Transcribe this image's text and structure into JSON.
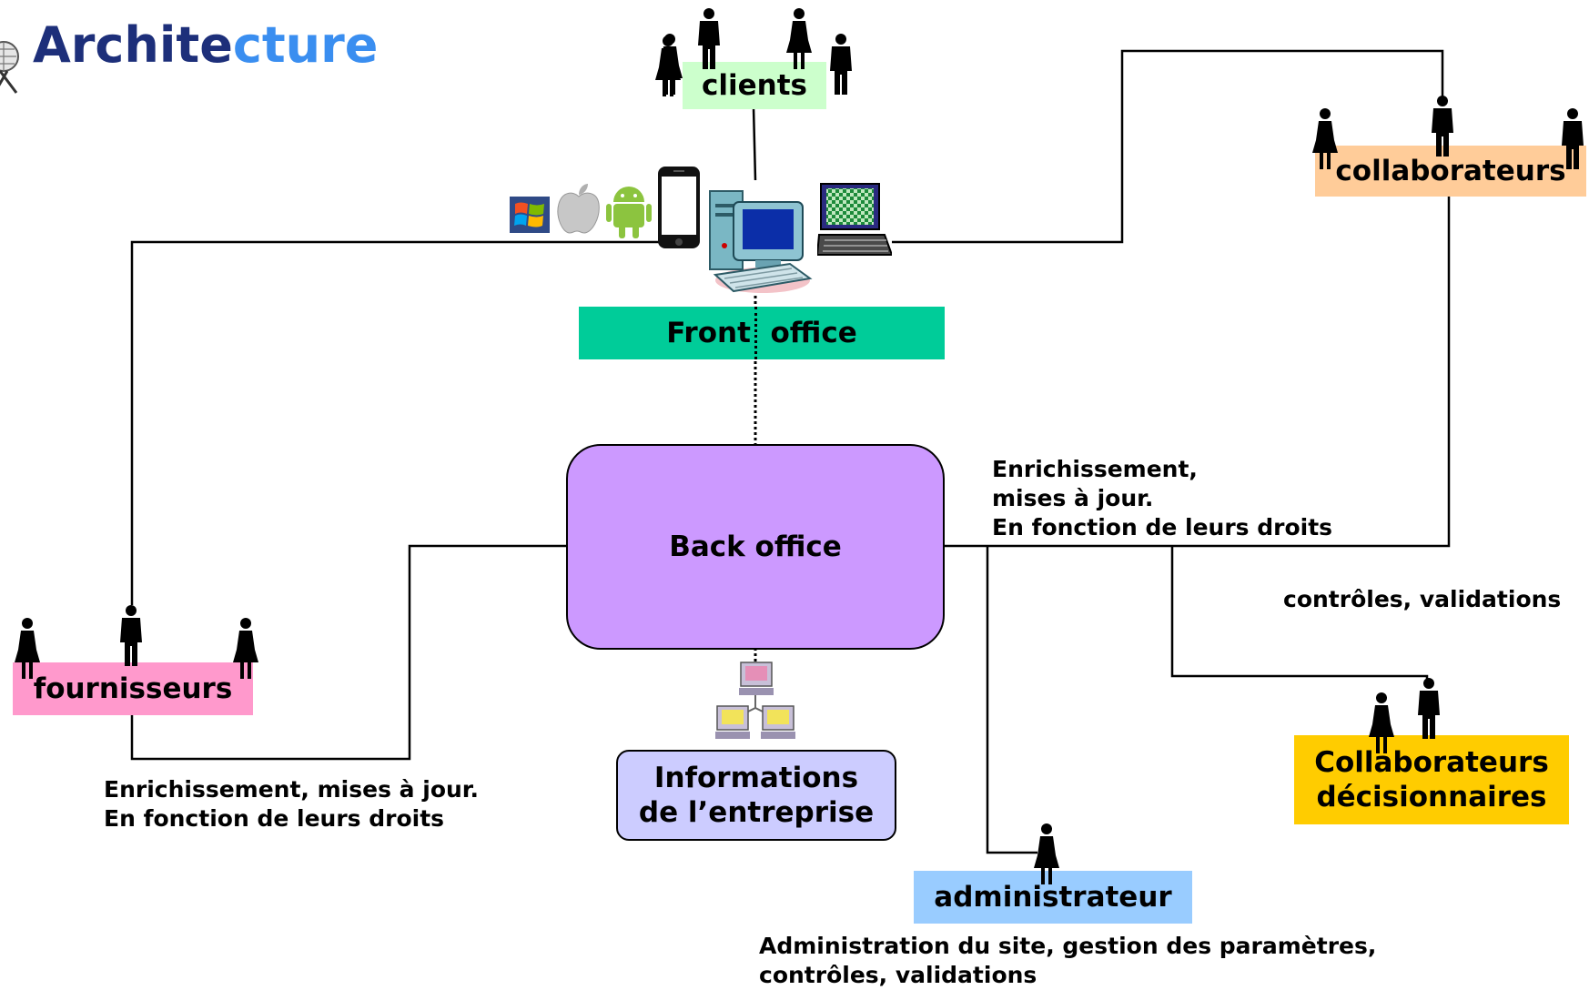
{
  "title": {
    "part1": "Archite",
    "part2": "cture"
  },
  "nodes": {
    "clients": "clients",
    "collaborateurs": "collaborateurs",
    "front_office": "Front  office",
    "back_office": "Back office",
    "fournisseurs": "fournisseurs",
    "informations": [
      "Informations",
      "de l’entreprise"
    ],
    "collaborateurs_decisionnaires": [
      "Collaborateurs",
      "décisionnaires"
    ],
    "administrateur": "administrateur"
  },
  "annotations": {
    "collab_rights": [
      "Enrichissement,",
      "mises à jour.",
      "En fonction de leurs droits"
    ],
    "controls": "contrôles, validations",
    "fournisseurs_rights": [
      "Enrichissement, mises à jour.",
      "En fonction de leurs droits"
    ],
    "admin": [
      "Administration du site, gestion des paramètres,",
      "contrôles, validations"
    ]
  },
  "colors": {
    "title_dark": "#1d2f7a",
    "title_light": "#3a8ef0",
    "clients_bg": "#ccffcc",
    "collaborateurs_bg": "#ffcc99",
    "front_office_bg": "#00cc99",
    "back_office_bg": "#cc99ff",
    "fournisseurs_bg": "#ff99cc",
    "informations_bg": "#ccccff",
    "decisionnaires_bg": "#ffcc00",
    "administrateur_bg": "#99ccff"
  },
  "icons": [
    "globe-logo-icon",
    "windows-logo-icon",
    "apple-logo-icon",
    "android-logo-icon",
    "smartphone-icon",
    "desktop-computer-icon",
    "laptop-icon",
    "network-computers-icon",
    "person-icon"
  ]
}
